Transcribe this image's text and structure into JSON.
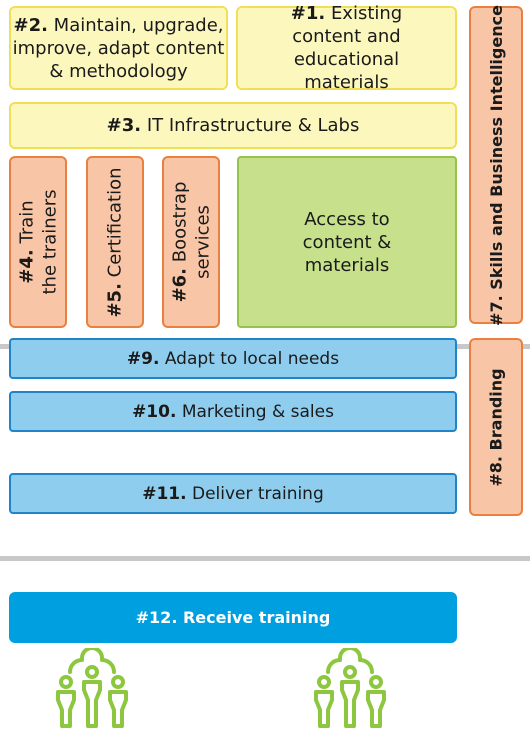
{
  "boxes": {
    "b2": {
      "num": "#2.",
      "text": "Maintain, upgrade, improve, adapt content & methodology"
    },
    "b1": {
      "num": "#1.",
      "text": "Existing content and educational materials"
    },
    "b3": {
      "num": "#3.",
      "text": "IT Infrastructure & Labs"
    },
    "b4": {
      "num": "#4.",
      "line1": "Train",
      "line2": "the trainers"
    },
    "b5": {
      "num": "#5.",
      "text": "Certification"
    },
    "b6": {
      "num": "#6.",
      "line1": "Boostrap",
      "line2": "services"
    },
    "access": {
      "text": "Access  to content & materials"
    },
    "b7": {
      "text": "#7. Skills and Business Intelligence"
    },
    "b9": {
      "num": "#9.",
      "text": "Adapt to local needs"
    },
    "b10": {
      "num": "#10.",
      "text": "Marketing & sales"
    },
    "b11": {
      "num": "#11.",
      "text": "Deliver training"
    },
    "b8": {
      "text": "#8. Branding"
    },
    "b12": {
      "text": "#12. Receive training"
    }
  },
  "colors": {
    "yellow": "#fcf8bd",
    "orange": "#f8c6a6",
    "green": "#c6e08c",
    "blue": "#8fcdef",
    "cyan": "#00a0e0",
    "people": "#8dc63f"
  },
  "icons": [
    "people-group-icon",
    "people-group-icon"
  ]
}
